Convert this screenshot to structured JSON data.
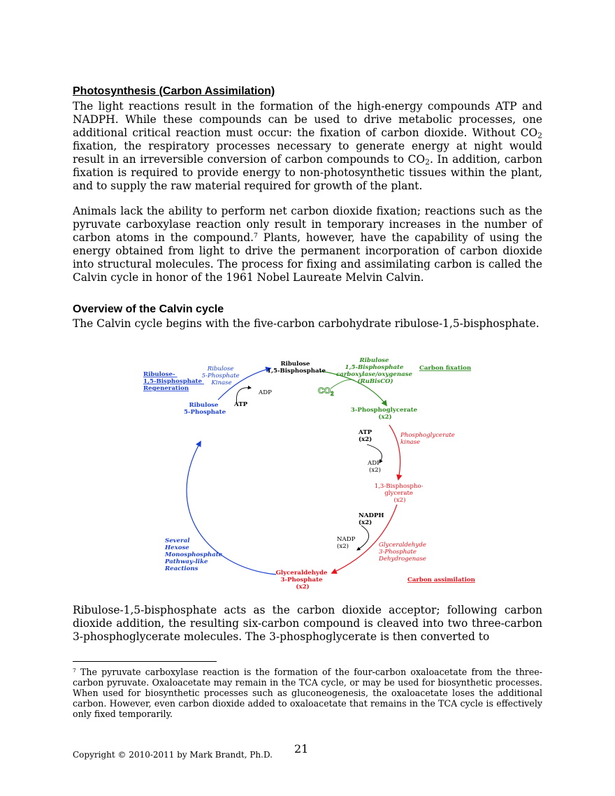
{
  "section1": {
    "heading": "Photosynthesis (Carbon Assimilation)",
    "p1": {
      "a": "The light reactions result in the formation of the high-energy compounds ATP and NADPH. While these compounds can be used to drive metabolic processes, one additional critical reaction must occur: the fixation of carbon dioxide. Without CO",
      "sub1": "2",
      "b": " fixation, the respiratory processes necessary to generate energy at night would result in an irreversible conversion of carbon compounds to CO",
      "sub2": "2",
      "c": ". In addition, carbon fixation is required to provide energy to non-photosynthetic tissues within the plant, and to supply the raw material required for growth of the plant."
    },
    "p2": {
      "a": "Animals lack the ability to perform net carbon dioxide fixation; reactions such as the pyruvate carboxylase reaction only result in temporary increases in the number of carbon atoms in the compound.",
      "sup": "7",
      "b": " Plants, however, have the capability of using the energy obtained from light to drive the permanent incorporation of carbon dioxide into structural molecules. The process for fixing and assimilating carbon is called the Calvin cycle in honor of the 1961 Nobel Laureate Melvin Calvin."
    }
  },
  "section2": {
    "heading": "Overview of the Calvin cycle",
    "p1": "The Calvin cycle begins with the five-carbon carbohydrate ribulose-1,5-bisphosphate."
  },
  "diagram": {
    "colors": {
      "fixation": "#2e8b1f",
      "assimilation": "#e8121b",
      "regeneration": "#1a3fd6",
      "cofactor": "#000000"
    },
    "rubp": [
      "Ribulose",
      "1,5-Bisphosphate"
    ],
    "rubisco": [
      "Ribulose",
      "1,5-Bisphosphate",
      "carboxylase/oxygenase",
      "(RuBisCO)"
    ],
    "carbon_fixation": "Carbon fixation",
    "co2": "CO",
    "co2_sub": "2",
    "pga": [
      "3-Phosphoglycerate",
      "(x2)"
    ],
    "atp_x2": [
      "ATP",
      "(x2)"
    ],
    "pgk": [
      "Phosphoglycerate",
      "kinase"
    ],
    "adp_x2": [
      "ADP",
      "(x2)"
    ],
    "bpg": [
      "1,3-Bisphospho-",
      "glycerate",
      "(x2)"
    ],
    "nadph_x2": [
      "NADPH",
      "(x2)"
    ],
    "gapdh": [
      "Glyceraldehyde",
      "3-Phosphate",
      "Dehydrogenase"
    ],
    "nadp_x2": [
      "NADP",
      "(x2)"
    ],
    "g3p": [
      "Glyceraldehyde",
      "3-Phosphate",
      "(x2)"
    ],
    "carbon_assimilation": "Carbon assimilation",
    "hexose": [
      "Several",
      "Hexose",
      "Monosphosphate",
      "Pathway-like",
      "Reactions"
    ],
    "ru5p": [
      "Ribulose",
      "5-Phosphate"
    ],
    "ru5pk": [
      "Ribulose",
      "5-Phosphate",
      "Kinase"
    ],
    "atp": "ATP",
    "adp": "ADP",
    "regeneration": [
      "Ribulose-",
      "1,5-Bisphosphate",
      "Regeneration"
    ]
  },
  "section3": {
    "p1": "Ribulose-1,5-bisphosphate acts as the carbon dioxide acceptor; following carbon dioxide addition, the resulting six-carbon compound is cleaved into two three-carbon 3-phosphoglycerate molecules. The 3-phosphoglycerate is then converted to"
  },
  "footnote": {
    "marker": "7",
    "text": " The pyruvate carboxylase reaction is the formation of the four-carbon oxaloacetate from the three-carbon pyruvate. Oxaloacetate may remain in the TCA cycle, or may be used for biosynthetic processes. When used for biosynthetic processes such as gluconeogenesis, the oxaloacetate loses the additional carbon. However, even carbon dioxide added to oxaloacetate that remains in the TCA cycle is effectively only fixed temporarily."
  },
  "footer": {
    "page_number": "21",
    "copyright": "Copyright © 2010-2011 by Mark Brandt, Ph.D."
  }
}
